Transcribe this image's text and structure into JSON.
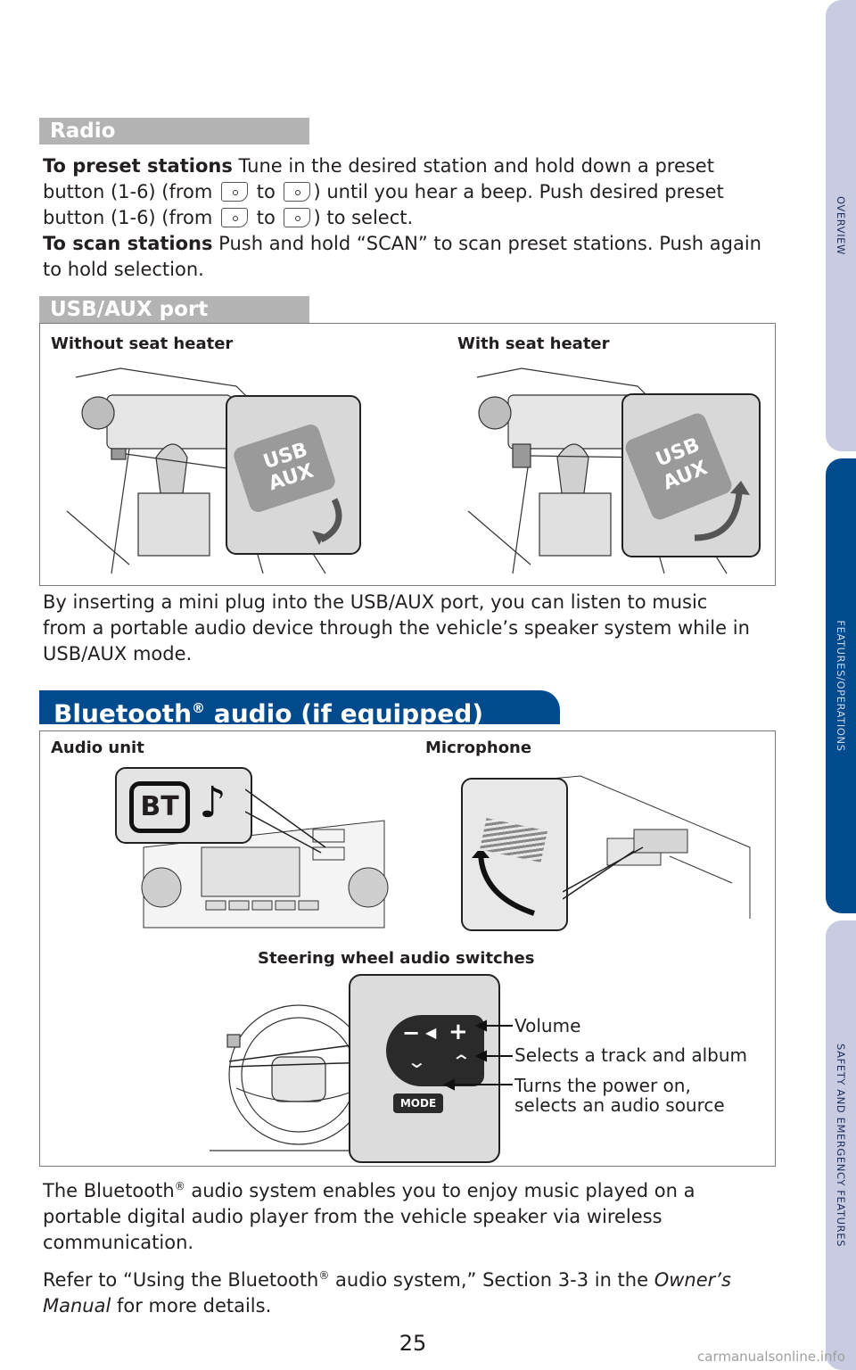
{
  "side_tabs": [
    "OVERVIEW",
    "FEATURES/OPERATIONS",
    "SAFETY AND EMERGENCY FEATURES"
  ],
  "radio": {
    "heading": "Radio",
    "p1_bold": "To preset stations",
    "p1_a": " Tune in the desired station and hold down a preset button (1-6) (from ",
    "to": " to ",
    "p1_b": ") until you hear a beep. Push desired preset button (1-6) (from ",
    "p1_c": ") to select.",
    "p2_bold": "To scan stations",
    "p2": " Push and hold “SCAN” to scan preset stations. Push again to hold selection."
  },
  "usb": {
    "heading": "USB/AUX port",
    "caption_left": "Without seat heater",
    "caption_right": "With seat heater",
    "port_label_1": "USB",
    "port_label_2": "AUX",
    "text": "By inserting a mini plug into the USB/AUX port, you can listen to music from a portable audio device through the vehicle’s speaker system while in USB/AUX mode."
  },
  "bluetooth": {
    "heading_a": "Bluetooth",
    "reg": "®",
    "heading_b": " audio (if equipped)",
    "caption_audio": "Audio unit",
    "caption_mic": "Microphone",
    "caption_steering": "Steering wheel audio switches",
    "bt_label": "BT",
    "label_volume": "Volume",
    "label_track": "Selects a track and album",
    "label_power_1": "Turns the power on,",
    "label_power_2": "selects an audio source",
    "mode_label": "MODE",
    "p1_a": "The Bluetooth",
    "p1_b": " audio system enables you to enjoy music played on a portable digital audio player from the vehicle speaker via wireless communication.",
    "p2_a": "Refer to “Using the Bluetooth",
    "p2_b": " audio system,” Section 3-3 in the ",
    "p2_italic": "Owner’s Manual",
    "p2_c": " for more details."
  },
  "page_number": "25",
  "watermark": "carmanualsonline.info",
  "colors": {
    "tab_active": "#004a8d",
    "tab_inactive": "#c8cbe2",
    "bar_gray": "#b3b3b3",
    "bt_bar": "#004a8d"
  }
}
